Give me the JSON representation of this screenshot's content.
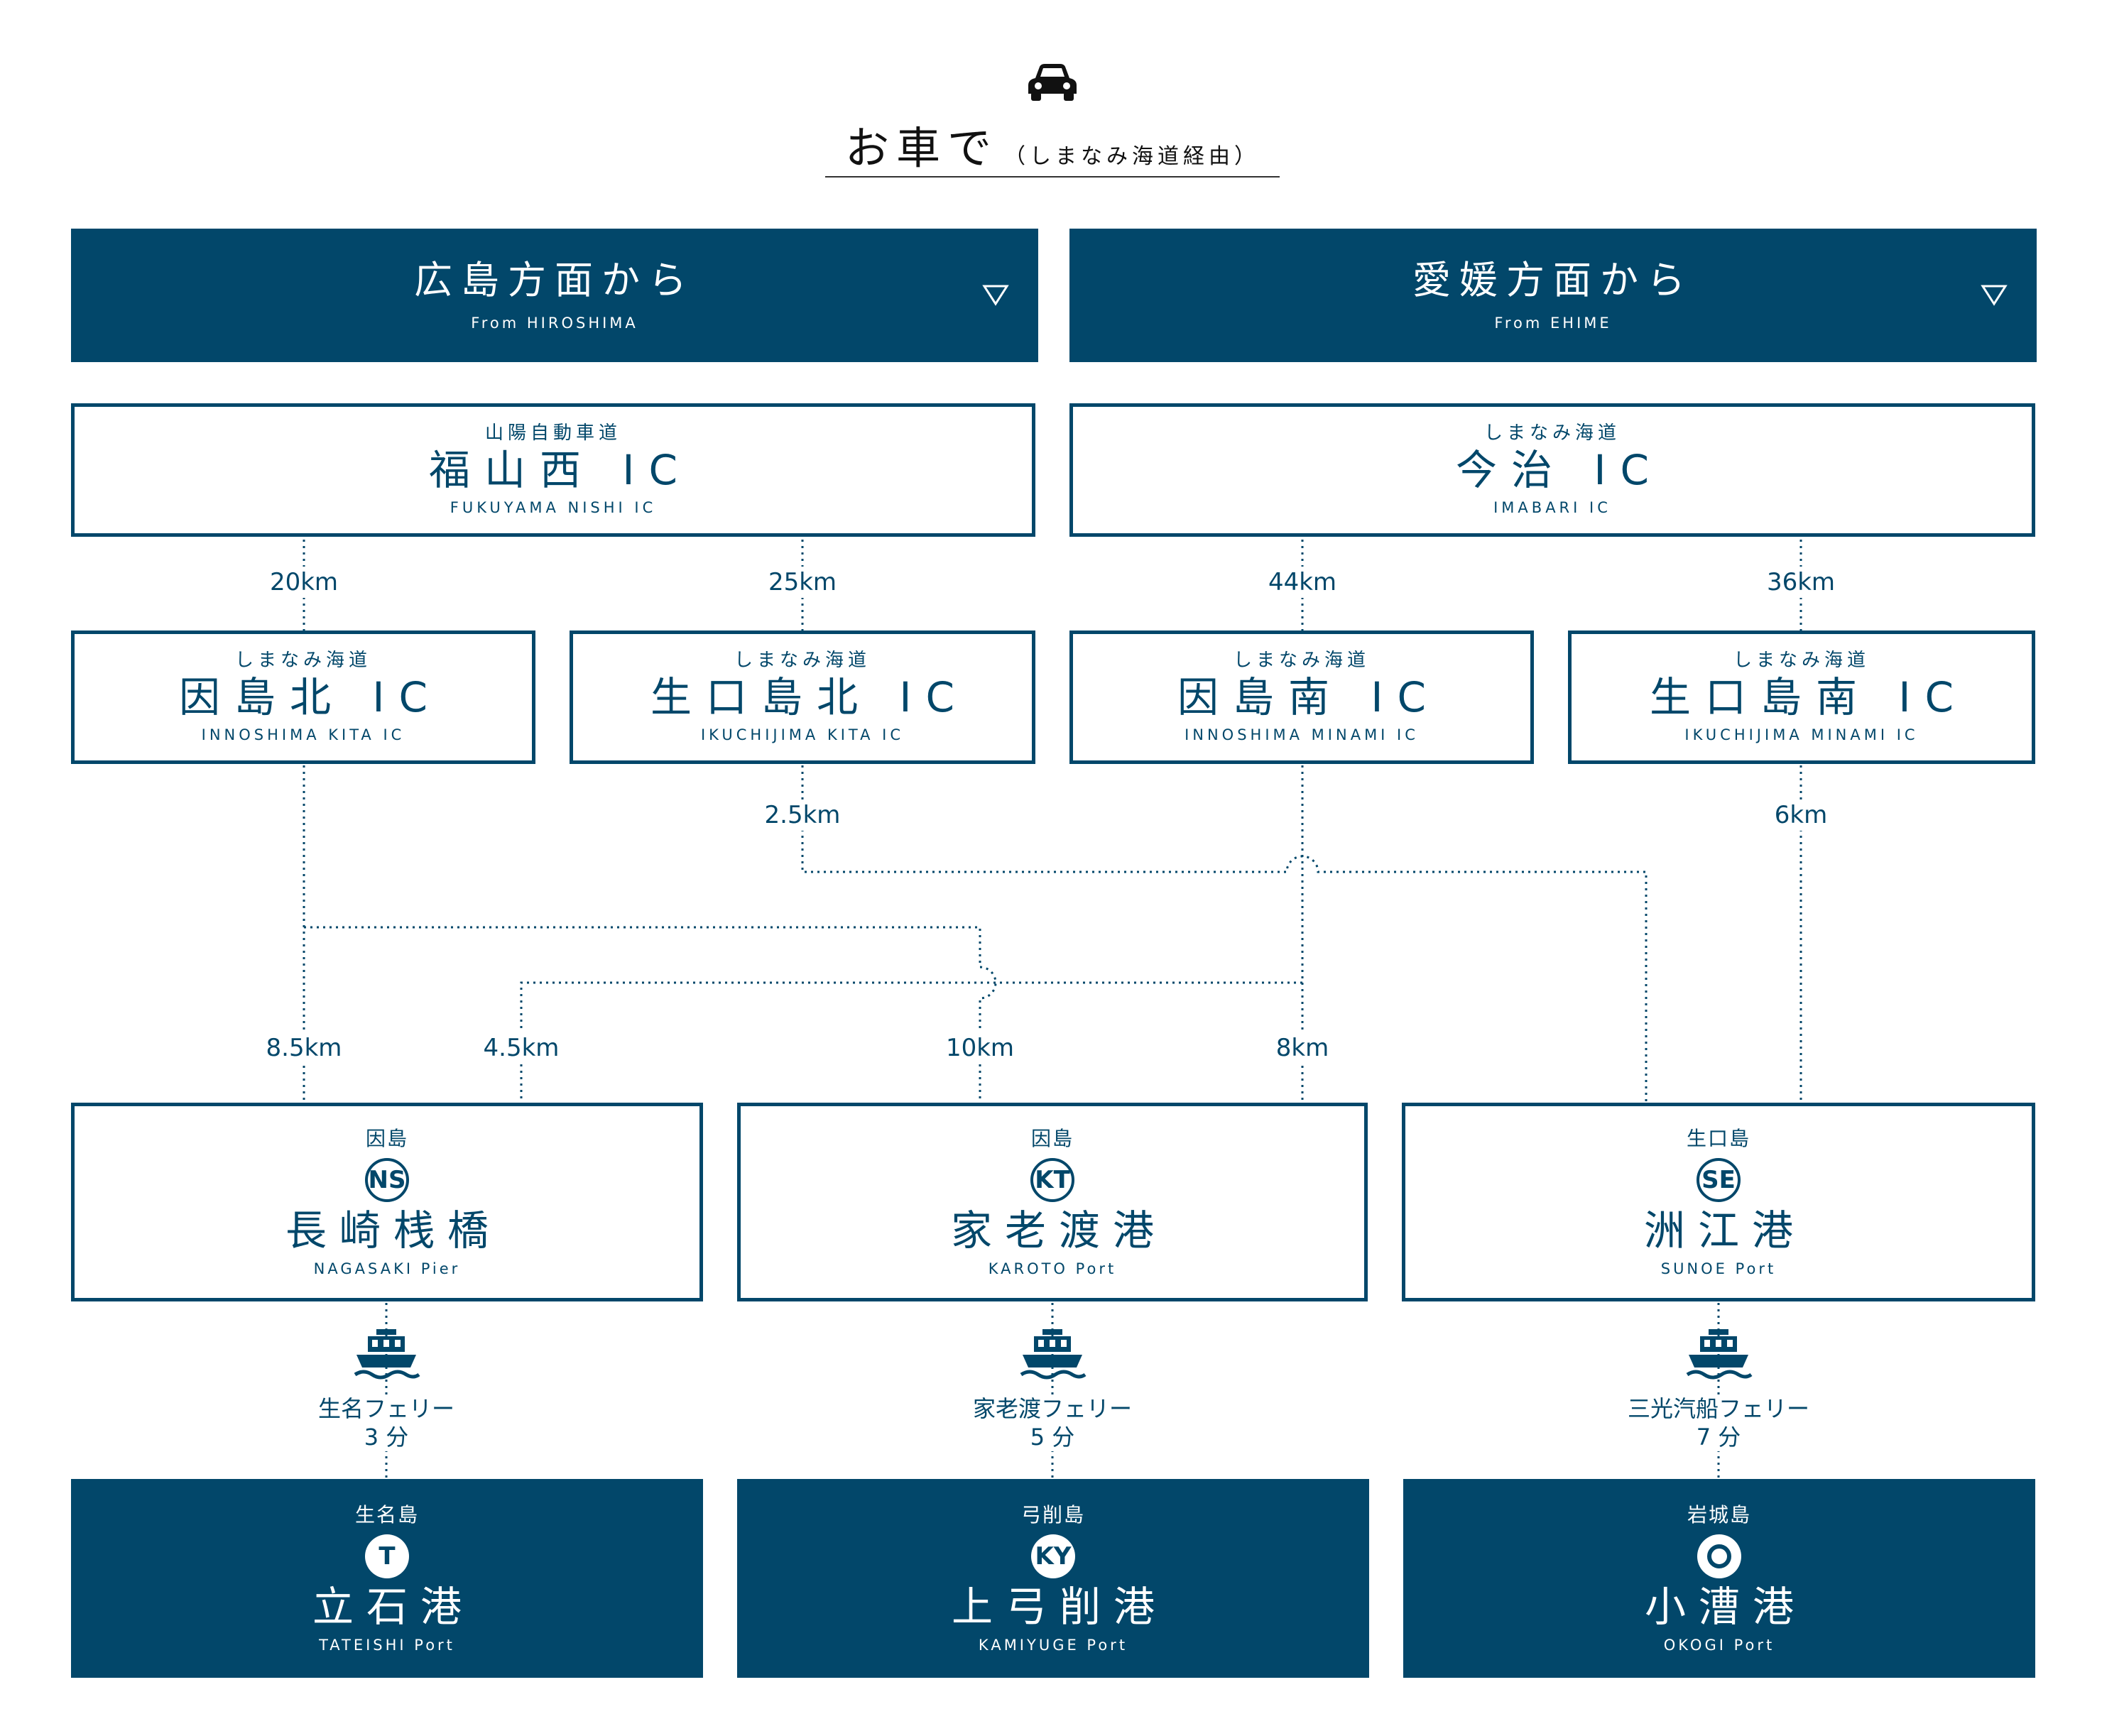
{
  "header": {
    "title_main": "お車で",
    "title_sub": "（しまなみ海道経由）",
    "icon": "car-icon"
  },
  "directions": [
    {
      "jp": "広島方面から",
      "en": "From HIROSHIMA",
      "icon": "triangle-down-icon"
    },
    {
      "jp": "愛媛方面から",
      "en": "From EHIME",
      "icon": "triangle-down-icon"
    }
  ],
  "start_ics": [
    {
      "road": "山陽自動車道",
      "name": "福山西 IC",
      "en": "FUKUYAMA NISHI IC"
    },
    {
      "road": "しまなみ海道",
      "name": "今治 IC",
      "en": "IMABARI IC"
    }
  ],
  "ics": [
    {
      "road": "しまなみ海道",
      "name": "因島北 IC",
      "en": "INNOSHIMA KITA IC",
      "dist_from_start": "20km"
    },
    {
      "road": "しまなみ海道",
      "name": "生口島北 IC",
      "en": "IKUCHIJIMA KITA IC",
      "dist_from_start": "25km"
    },
    {
      "road": "しまなみ海道",
      "name": "因島南 IC",
      "en": "INNOSHIMA MINAMI IC",
      "dist_from_start": "44km"
    },
    {
      "road": "しまなみ海道",
      "name": "生口島南 IC",
      "en": "IKUCHIJIMA MINAMI IC",
      "dist_from_start": "36km"
    }
  ],
  "route_distances": {
    "ikuchijima_kita_to_sunoe": "2.5km",
    "ikuchijima_minami_to_sunoe": "6km",
    "kita_to_nagasaki": "8.5km",
    "minami_to_nagasaki": "4.5km",
    "kita_to_karoto": "10km",
    "minami_to_karoto": "8km"
  },
  "ports": [
    {
      "island": "因島",
      "badge": "NS",
      "name": "長崎桟橋",
      "en": "NAGASAKI Pier"
    },
    {
      "island": "因島",
      "badge": "KT",
      "name": "家老渡港",
      "en": "KAROTO Port"
    },
    {
      "island": "生口島",
      "badge": "SE",
      "name": "洲江港",
      "en": "SUNOE Port"
    }
  ],
  "ferries": [
    {
      "name": "生名フェリー",
      "time": "3 分",
      "icon": "ferry-icon"
    },
    {
      "name": "家老渡フェリー",
      "time": "5 分",
      "icon": "ferry-icon"
    },
    {
      "name": "三光汽船フェリー",
      "time": "7 分",
      "icon": "ferry-icon"
    }
  ],
  "destinations": [
    {
      "island": "生名島",
      "badge": "T",
      "name": "立石港",
      "en": "TATEISHI Port"
    },
    {
      "island": "弓削島",
      "badge": "KY",
      "name": "上弓削港",
      "en": "KAMIYUGE Port"
    },
    {
      "island": "岩城島",
      "badge": "",
      "badge_icon": "ring-icon",
      "name": "小漕港",
      "en": "OKOGI Port"
    }
  ],
  "colors": {
    "primary": "#02476a",
    "background": "#ffffff"
  }
}
